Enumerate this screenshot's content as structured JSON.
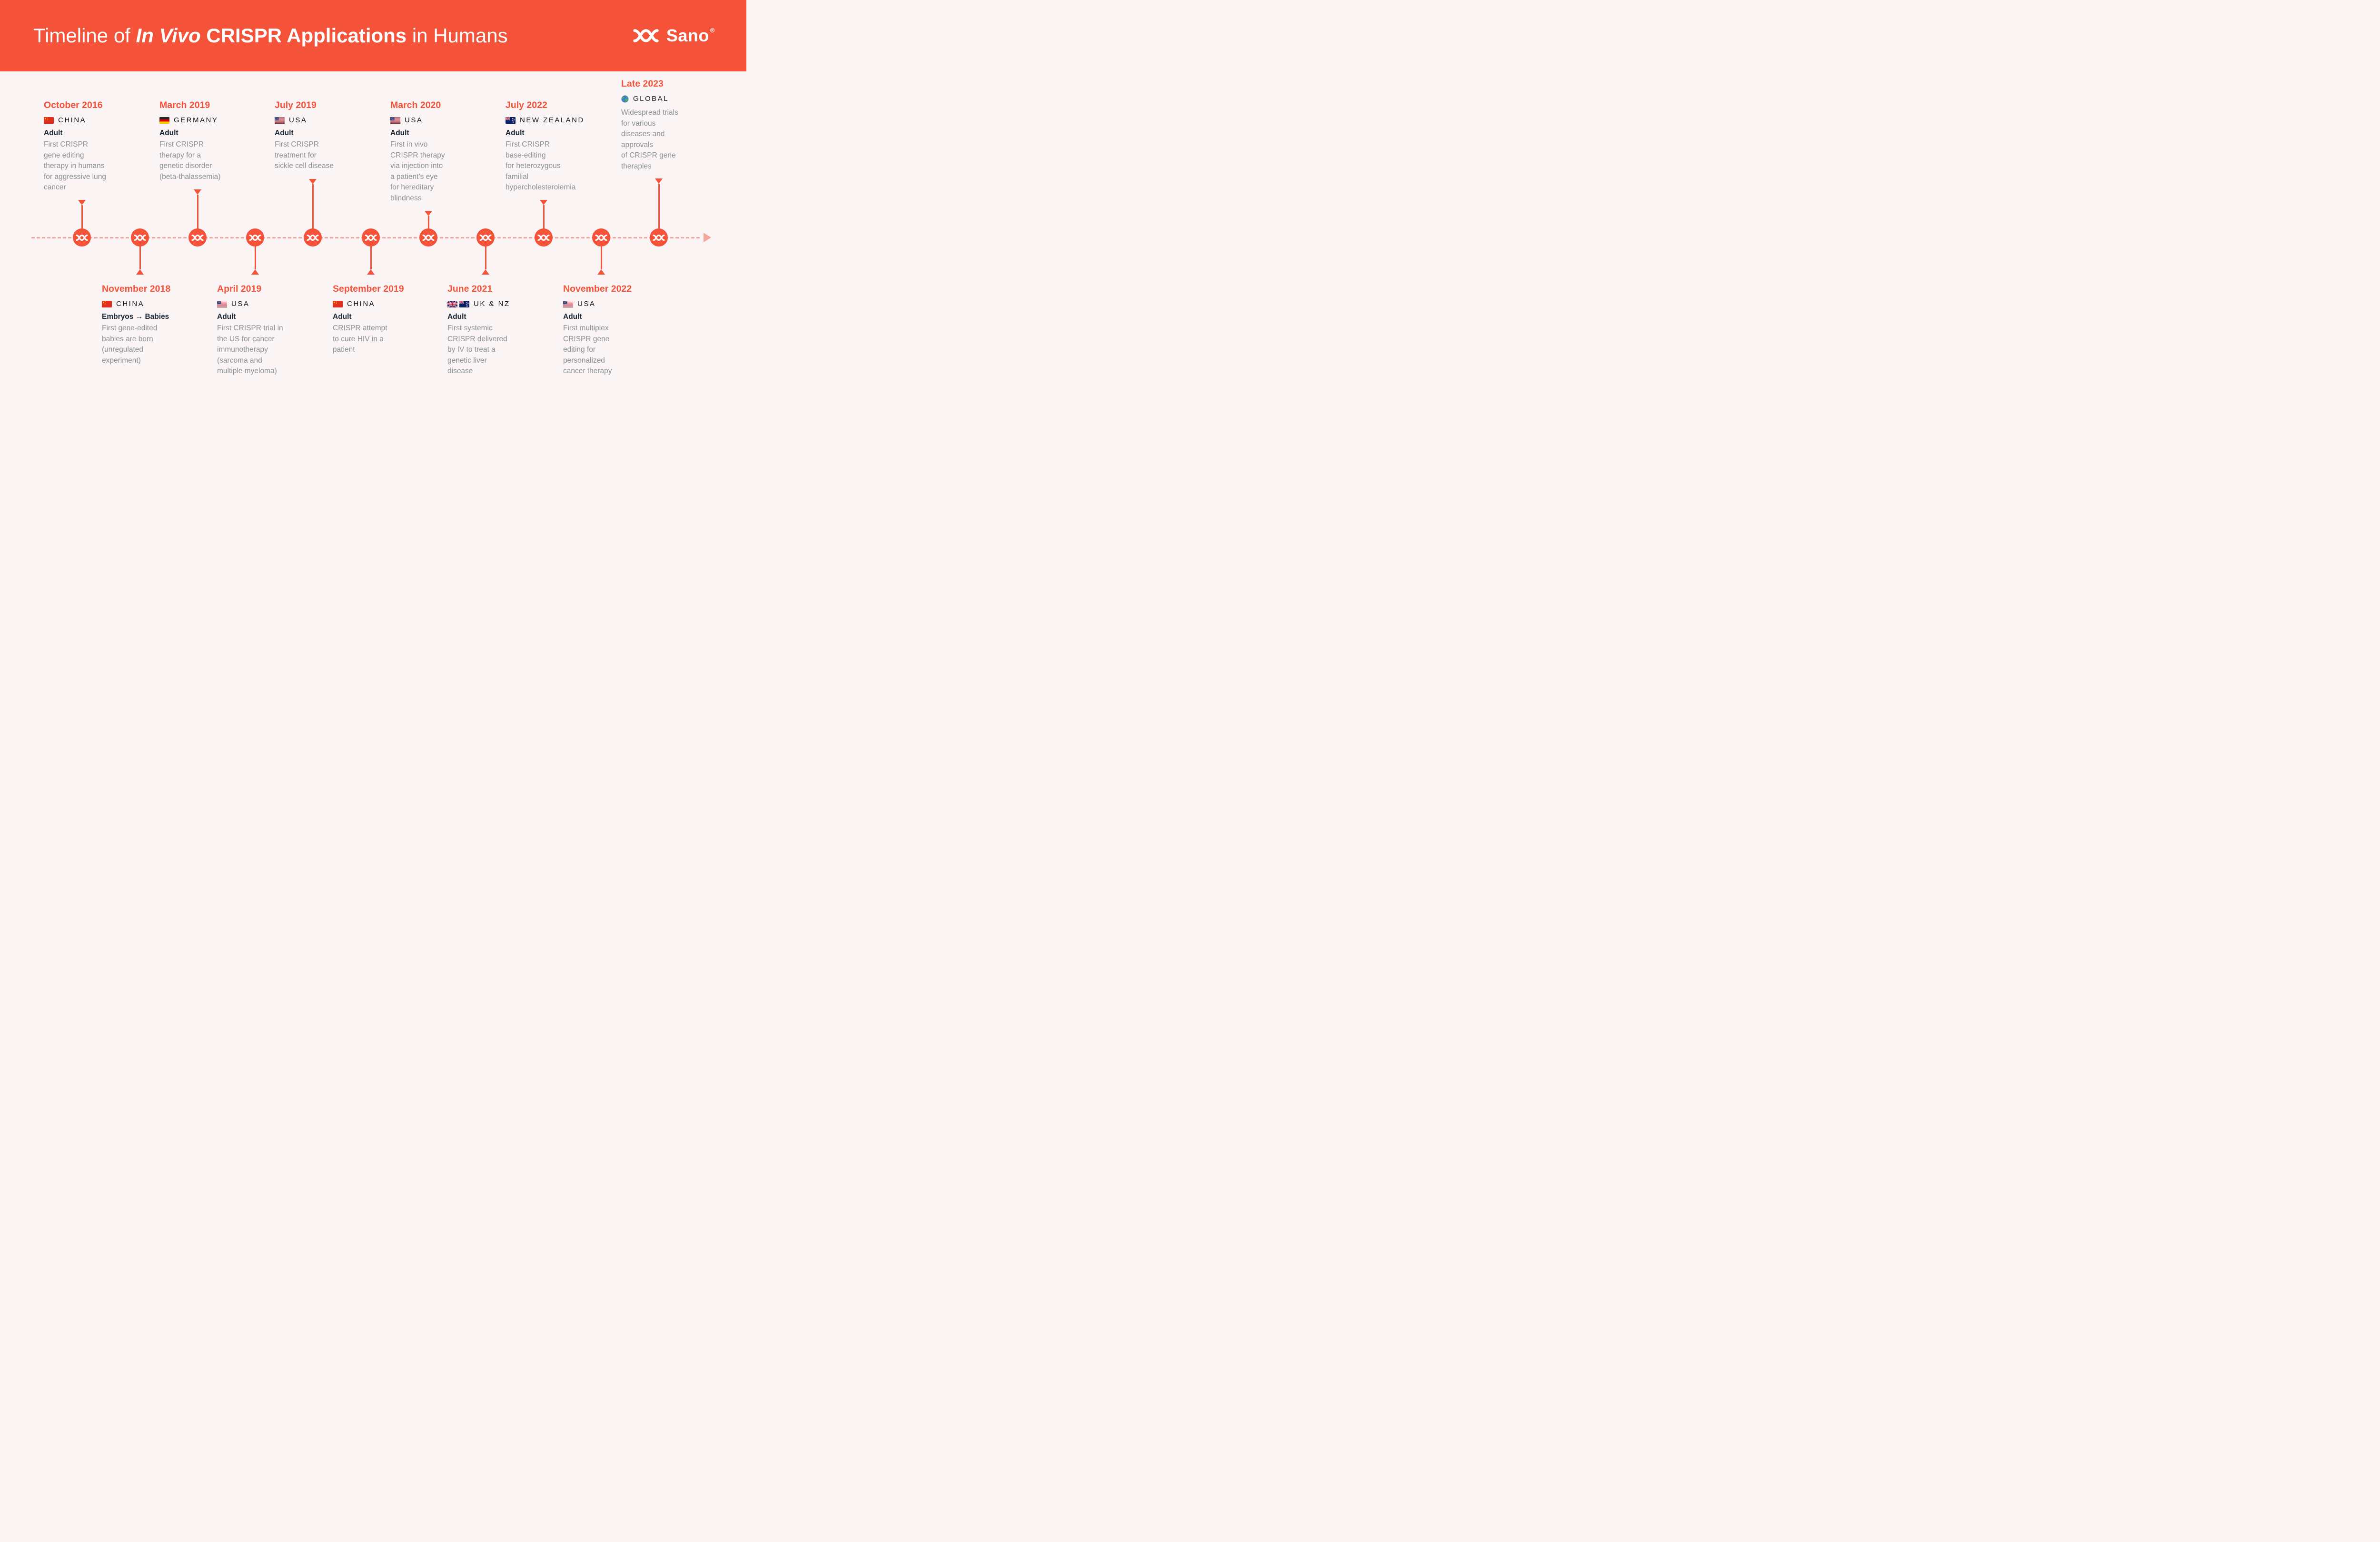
{
  "header": {
    "title_parts": [
      {
        "text": "Timeline of ",
        "style": "regular"
      },
      {
        "text": "In Vivo",
        "style": "bold-italic"
      },
      {
        "text": " ",
        "style": "regular"
      },
      {
        "text": "CRISPR Applications",
        "style": "bold"
      },
      {
        "text": " in Humans",
        "style": "regular"
      }
    ],
    "brand": {
      "name": "Sano",
      "registered": "®",
      "logo_icon": "dna-helix-icon"
    }
  },
  "colors": {
    "accent_orange": "#F5523A",
    "salmon_dash": "#F5A59C",
    "background": "#FBF4F4",
    "text_dark": "#1B2733",
    "text_grey": "#8A9197",
    "white": "#FFFFFF"
  },
  "timeline": {
    "direction_icon": "right-arrow-icon",
    "node_icon": "dna-helix-icon"
  },
  "events": [
    {
      "date": "October 2016",
      "country": "CHINA",
      "flags": [
        "china-flag-icon"
      ],
      "subject": "Adult",
      "description": [
        "First CRISPR",
        "gene editing",
        "therapy in humans",
        "for aggressive lung",
        "cancer"
      ]
    },
    {
      "date": "November 2018",
      "country": "CHINA",
      "flags": [
        "china-flag-icon"
      ],
      "subject": "Embryos → Babies",
      "description": [
        "First gene-edited",
        "babies are born",
        "(unregulated",
        "experiment)"
      ]
    },
    {
      "date": "March 2019",
      "country": "GERMANY",
      "flags": [
        "germany-flag-icon"
      ],
      "subject": "Adult",
      "description": [
        "First CRISPR",
        "therapy for a",
        "genetic disorder",
        "(beta-thalassemia)"
      ]
    },
    {
      "date": "April 2019",
      "country": "USA",
      "flags": [
        "usa-flag-icon"
      ],
      "subject": "Adult",
      "description": [
        "First CRISPR trial in",
        "the US for cancer",
        "immunotherapy",
        "(sarcoma and",
        "multiple myeloma)"
      ]
    },
    {
      "date": "July 2019",
      "country": "USA",
      "flags": [
        "usa-flag-icon"
      ],
      "subject": "Adult",
      "description": [
        "First CRISPR",
        "treatment for",
        "sickle cell disease"
      ]
    },
    {
      "date": "September 2019",
      "country": "CHINA",
      "flags": [
        "china-flag-icon"
      ],
      "subject": "Adult",
      "description": [
        "CRISPR attempt",
        "to cure HIV in a",
        "patient"
      ]
    },
    {
      "date": "March 2020",
      "country": "USA",
      "flags": [
        "usa-flag-icon"
      ],
      "subject": "Adult",
      "description": [
        "First in vivo",
        "CRISPR therapy",
        "via injection into",
        "a patient’s eye",
        "for hereditary",
        "blindness"
      ]
    },
    {
      "date": "June 2021",
      "country": "UK & NZ",
      "flags": [
        "uk-flag-icon",
        "nz-flag-icon"
      ],
      "subject": "Adult",
      "description": [
        "First systemic",
        "CRISPR delivered",
        "by IV to treat a",
        "genetic liver",
        "disease"
      ]
    },
    {
      "date": "July 2022",
      "country": "NEW ZEALAND",
      "flags": [
        "nz-flag-icon"
      ],
      "subject": "Adult",
      "description": [
        "First CRISPR",
        "base-editing",
        "for heterozygous",
        "familial",
        "hypercholesterolemia"
      ]
    },
    {
      "date": "November 2022",
      "country": "USA",
      "flags": [
        "usa-flag-icon"
      ],
      "subject": "Adult",
      "description": [
        "First multiplex",
        "CRISPR gene",
        "editing for",
        "personalized",
        "cancer therapy"
      ]
    },
    {
      "date": "Late 2023",
      "country": "GLOBAL",
      "flags": [
        "globe-icon"
      ],
      "description": [
        "Widespread trials",
        "for various",
        "diseases and",
        "approvals",
        "of CRISPR gene",
        "therapies"
      ]
    }
  ]
}
